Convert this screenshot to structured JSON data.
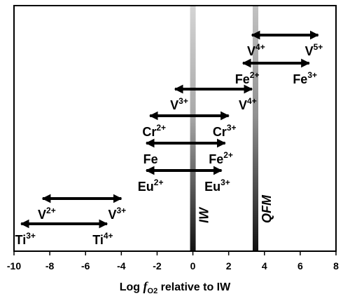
{
  "chart_data": {
    "type": "range",
    "xlabel": {
      "prefix": "Log ",
      "variable": "f",
      "subscript": "O2",
      "suffix": " relative to IW"
    },
    "xlim": [
      -10,
      8
    ],
    "xticks": [
      -10,
      -8,
      -6,
      -4,
      -2,
      0,
      2,
      4,
      6,
      8
    ],
    "grid": false,
    "buffers": [
      {
        "name": "IW",
        "x": 0
      },
      {
        "name": "QFM",
        "x": 3.5
      }
    ],
    "couples": [
      {
        "reduced_el": "V",
        "reduced_ch": "4+",
        "oxidized_el": "V",
        "oxidized_ch": "5+",
        "x1": 3.3,
        "x2": 7.0
      },
      {
        "reduced_el": "Fe",
        "reduced_ch": "2+",
        "oxidized_el": "Fe",
        "oxidized_ch": "3+",
        "x1": 2.8,
        "x2": 6.5
      },
      {
        "reduced_el": "V",
        "reduced_ch": "3+",
        "oxidized_el": "V",
        "oxidized_ch": "4+",
        "x1": -1.0,
        "x2": 3.3
      },
      {
        "reduced_el": "Cr",
        "reduced_ch": "2+",
        "oxidized_el": "Cr",
        "oxidized_ch": "3+",
        "x1": -2.4,
        "x2": 2.0
      },
      {
        "reduced_el": "Fe",
        "reduced_ch": "",
        "oxidized_el": "Fe",
        "oxidized_ch": "2+",
        "x1": -2.6,
        "x2": 1.8
      },
      {
        "reduced_el": "Eu",
        "reduced_ch": "2+",
        "oxidized_el": "Eu",
        "oxidized_ch": "3+",
        "x1": -2.6,
        "x2": 1.6
      },
      {
        "reduced_el": "V",
        "reduced_ch": "2+",
        "oxidized_el": "V",
        "oxidized_ch": "3+",
        "x1": -8.4,
        "x2": -4.0
      },
      {
        "reduced_el": "Ti",
        "reduced_ch": "3+",
        "oxidized_el": "Ti",
        "oxidized_ch": "4+",
        "x1": -9.6,
        "x2": -4.8
      }
    ]
  }
}
